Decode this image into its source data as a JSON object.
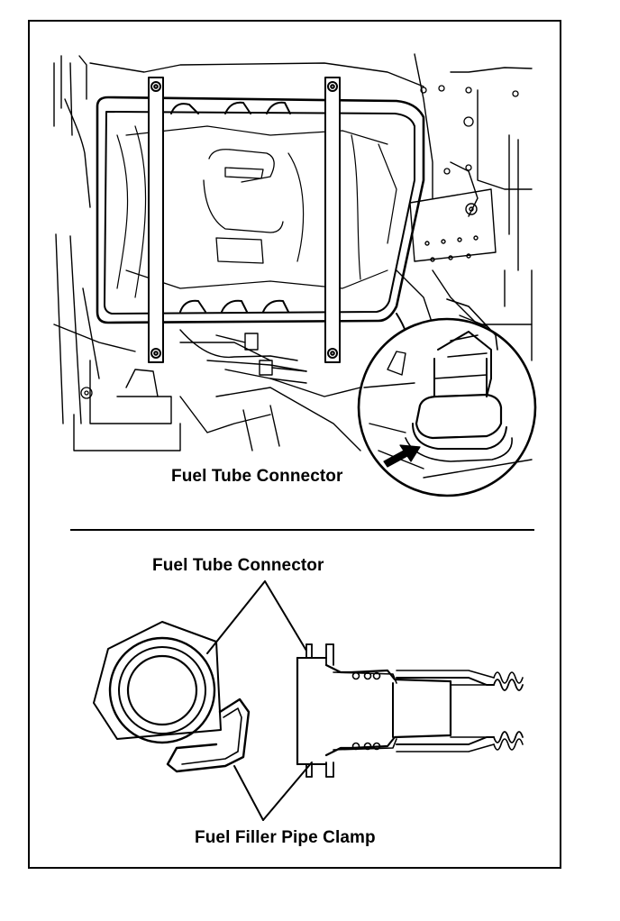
{
  "labels": {
    "top_connector": "Fuel Tube Connector",
    "bottom_connector": "Fuel Tube Connector",
    "clamp": "Fuel Filler Pipe Clamp"
  },
  "colors": {
    "line": "#000000",
    "background": "#ffffff"
  }
}
